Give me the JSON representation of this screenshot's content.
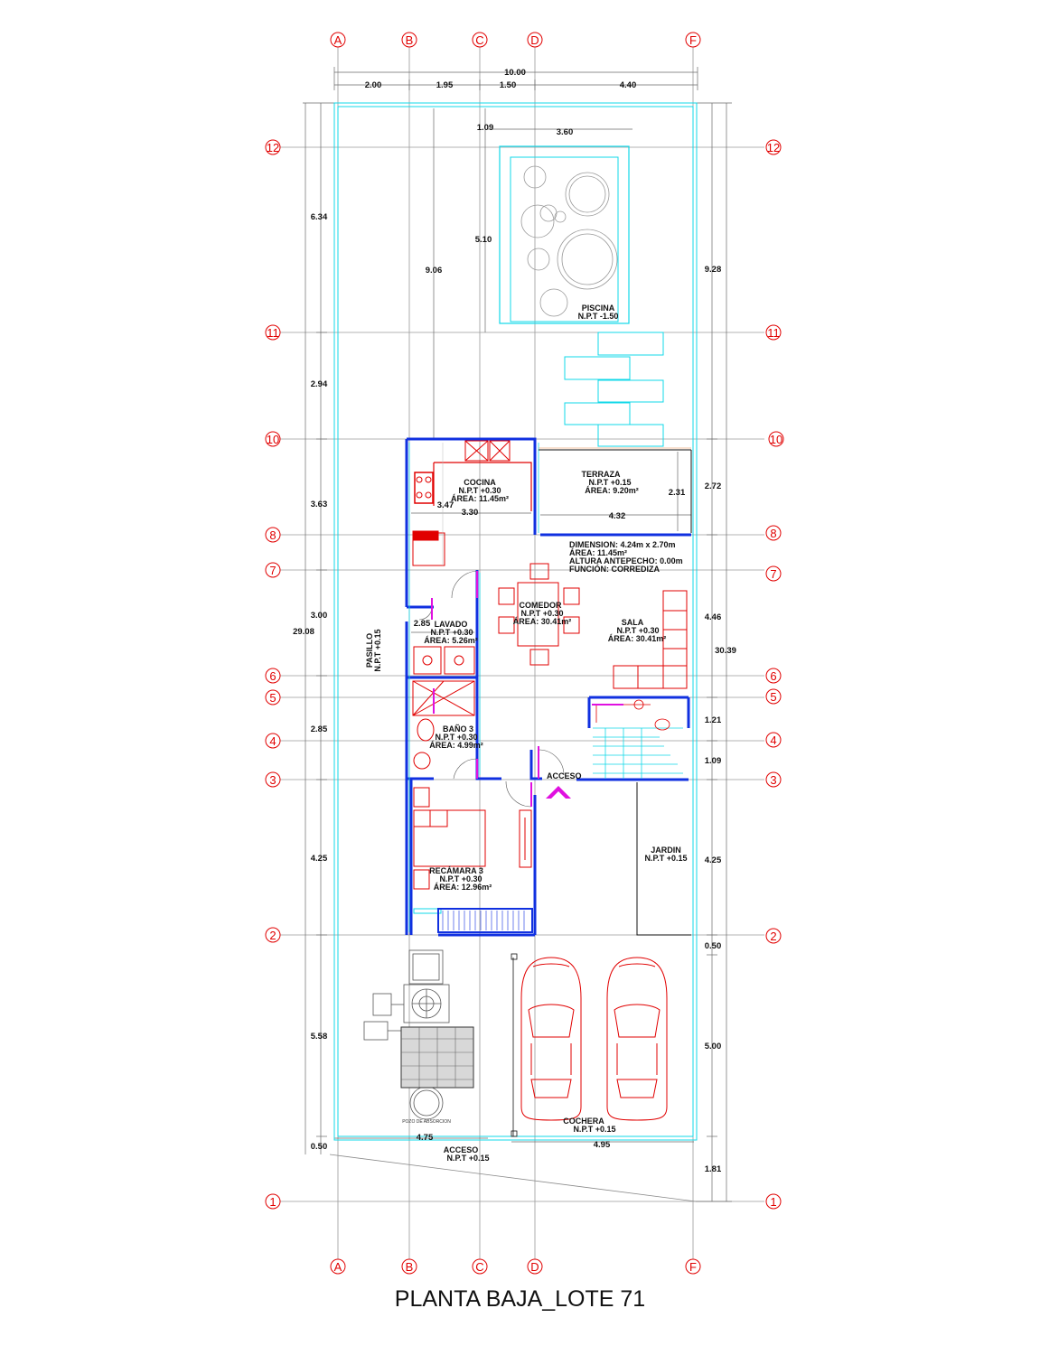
{
  "title": "PLANTA BAJA_LOTE 71",
  "axes": {
    "columns": [
      "A",
      "B",
      "C",
      "D",
      "F"
    ],
    "rows": [
      "12",
      "11",
      "10",
      "8",
      "7",
      "6",
      "5",
      "4",
      "3",
      "2",
      "1"
    ]
  },
  "dimensions": {
    "top_total": "10.00",
    "top_parts": [
      "2.00",
      "1.95",
      "1.50",
      "4.40"
    ],
    "left_parts": [
      "6.34",
      "2.94",
      "3.63",
      "3.00",
      "2.85",
      "4.25",
      "5.58",
      "0.50"
    ],
    "left_total": "29.08",
    "right_parts": [
      "2.72",
      "4.46",
      "1.21",
      "1.09",
      "4.25",
      "0.50",
      "5.00",
      "1.81"
    ],
    "right_total": "30.39",
    "right_top": "9.28",
    "pool_width": "3.60",
    "pool_offset": "1.09",
    "pool_height": "5.10",
    "yard_depth": "9.06",
    "terrace_width": "4.32",
    "terrace_height": "2.31",
    "kitchen_width": "3.30",
    "kitchen_height": "3.47",
    "laundry_width": "2.85",
    "front_left": "4.75",
    "front_right": "4.95"
  },
  "rooms": {
    "piscina": {
      "name": "PISCINA",
      "npt": "N.P.T -1.50"
    },
    "terraza": {
      "name": "TERRAZA",
      "npt": "N.P.T +0.15",
      "area": "ÁREA: 9.20m²"
    },
    "cocina": {
      "name": "COCINA",
      "npt": "N.P.T +0.30",
      "area": "ÁREA: 11.45m²"
    },
    "window_note": {
      "line1": "DIMENSION: 4.24m x 2.70m",
      "line2": "ÁREA: 11.45m²",
      "line3": "ALTURA ANTEPECHO: 0.00m",
      "line4": "FUNCIÓN: CORREDIZA"
    },
    "comedor": {
      "name": "COMEDOR",
      "npt": "N.P.T +0.30",
      "area": "ÁREA: 30.41m²"
    },
    "sala": {
      "name": "SALA",
      "npt": "N.P.T +0.30",
      "area": "ÁREA: 30.41m²"
    },
    "lavado": {
      "name": "LAVADO",
      "npt": "N.P.T +0.30",
      "area": "ÁREA: 5.26m²"
    },
    "pasillo": {
      "name": "PASILLO",
      "npt": "N.P.T +0.15"
    },
    "bano": {
      "name": "BAÑO 3",
      "npt": "N.P.T +0.30",
      "area": "ÁREA: 4.99m²"
    },
    "acceso_int": {
      "name": "ACCESO"
    },
    "jardin": {
      "name": "JARDIN",
      "npt": "N.P.T +0.15"
    },
    "recamara": {
      "name": "RECÁMARA 3",
      "npt": "N.P.T +0.30",
      "area": "ÁREA: 12.96m²"
    },
    "cochera": {
      "name": "COCHERA",
      "npt": "N.P.T +0.15"
    },
    "acceso_ext": {
      "name": "ACCESO",
      "npt": "N.P.T +0.15"
    },
    "pozo": {
      "name": "POZO DE ABSORCION"
    }
  },
  "colors": {
    "axis": "#e10000",
    "wall": "#1030e0",
    "cyan": "#10d8e8",
    "furniture": "#e10000",
    "magenta": "#e010e0"
  }
}
